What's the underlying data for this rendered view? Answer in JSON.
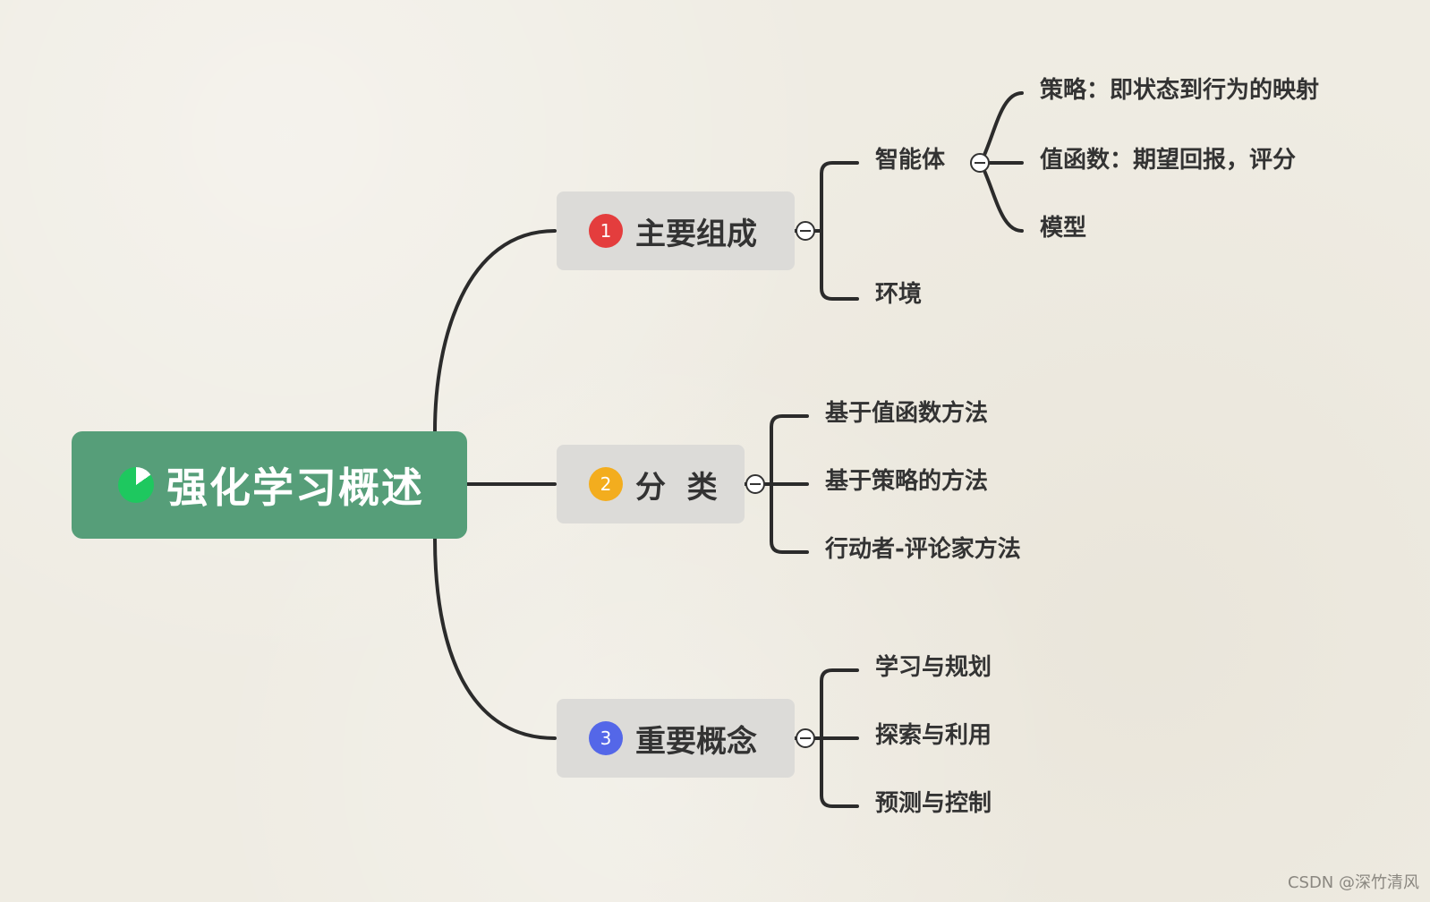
{
  "colors": {
    "root_bg": "#569e79",
    "main_bg": "#dcdbd8",
    "badge_1": "#e43d3d",
    "badge_2": "#f3ad1e",
    "badge_3": "#5467e8",
    "line": "#2b2b2b"
  },
  "root": {
    "title": "强化学习概述",
    "icon": "progress-pie-icon"
  },
  "branches": [
    {
      "badge": "1",
      "label": "主要组成",
      "children": [
        {
          "label": "智能体",
          "children": [
            {
              "label": "策略：即状态到行为的映射"
            },
            {
              "label": "值函数：期望回报，评分"
            },
            {
              "label": "模型"
            }
          ]
        },
        {
          "label": "环境"
        }
      ]
    },
    {
      "badge": "2",
      "label": "分  类",
      "children": [
        {
          "label": "基于值函数方法"
        },
        {
          "label": "基于策略的方法"
        },
        {
          "label": "行动者-评论家方法"
        }
      ]
    },
    {
      "badge": "3",
      "label": "重要概念",
      "children": [
        {
          "label": "学习与规划"
        },
        {
          "label": "探索与利用"
        },
        {
          "label": "预测与控制"
        }
      ]
    }
  ],
  "watermark": "CSDN @深竹清风"
}
